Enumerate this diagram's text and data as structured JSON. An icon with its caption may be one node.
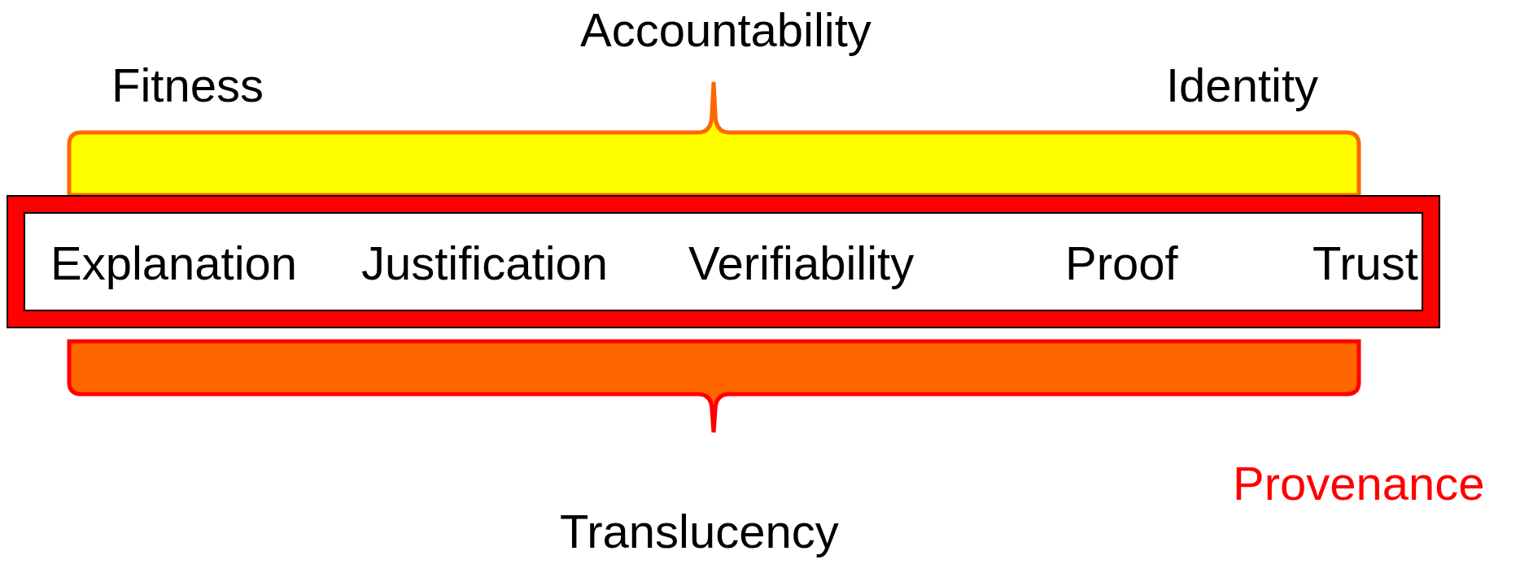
{
  "diagram": {
    "nodes": [
      {
        "text": [],
        "shape": "bracket"
      },
      {
        "text": [
          "Explanation",
          "Justification",
          "Verifiability",
          "Proof",
          "Trust"
        ]
      },
      {
        "text": [],
        "shape": "bracket"
      }
    ],
    "labels": [
      "Accountability",
      "Fitness",
      "Identity",
      "Provenance",
      "Translucency"
    ]
  }
}
